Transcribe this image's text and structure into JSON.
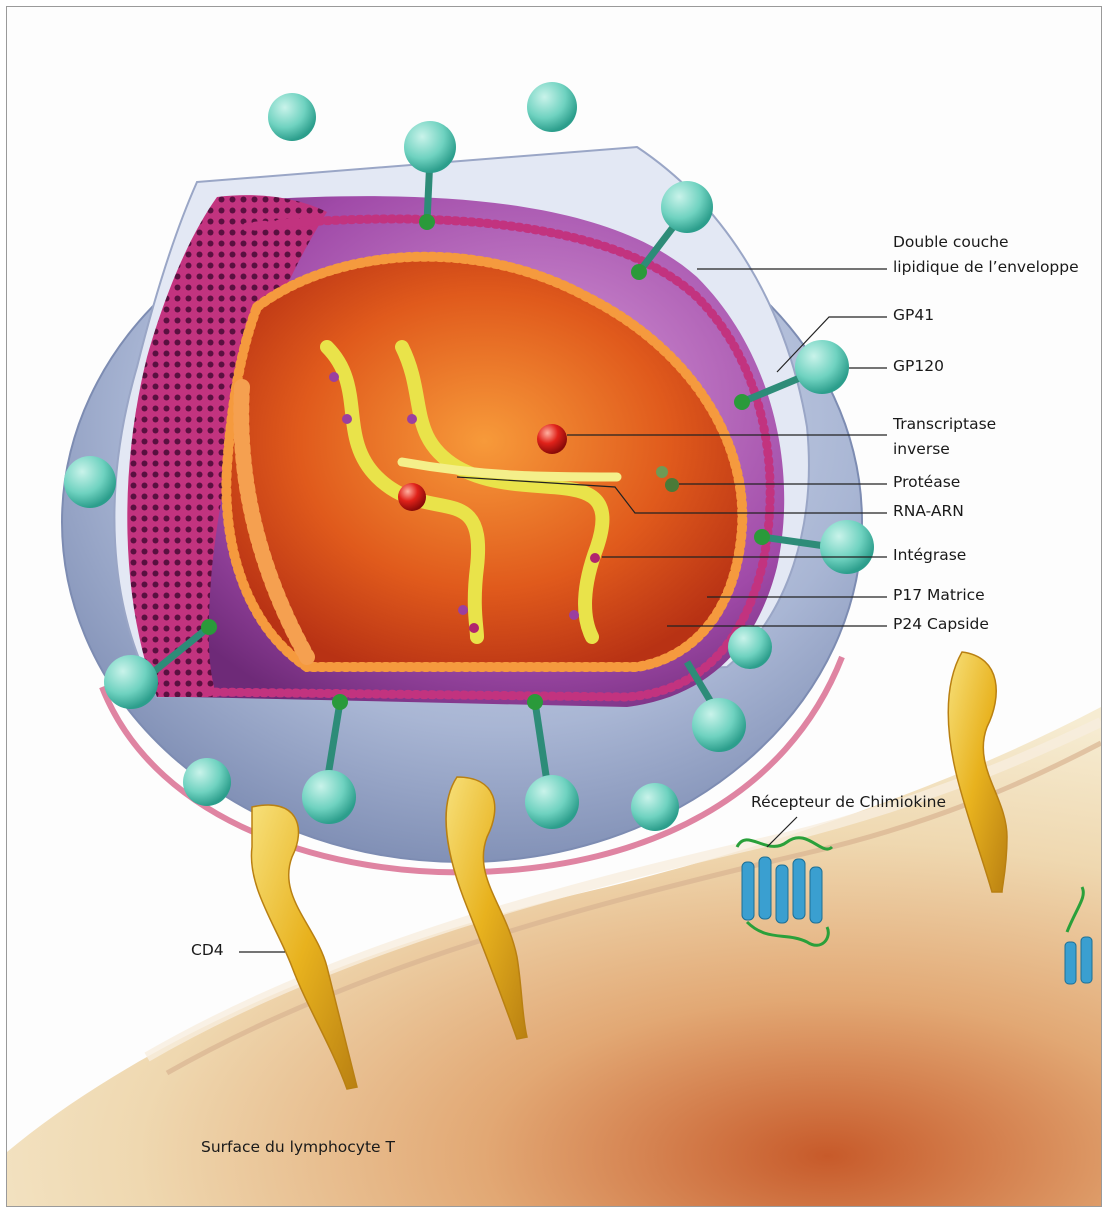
{
  "labels": {
    "envelope_line1": "Double couche",
    "envelope_line2": "lipidique de l’enveloppe",
    "gp41": "GP41",
    "gp120": "GP120",
    "rt_line1": "Transcriptase",
    "rt_line2": "inverse",
    "protease": "Protéase",
    "rna": "RNA-ARN",
    "integrase": "Intégrase",
    "p17": "P17 Matrice",
    "p24": "P24 Capside",
    "chemokine": "Récepteur de Chimiokine",
    "cd4": "CD4",
    "surface": "Surface du lymphocyte T"
  },
  "colors": {
    "envelope": "#a9b6d4",
    "matrix_pink": "#c2337f",
    "capsid_orange": "#f07a1e",
    "core_red": "#d8361a",
    "rna_yellow": "#e9e34a",
    "glycoprotein_teal": "#4fc3b0",
    "cd4_gold": "#e8b21e",
    "chemokine_blue": "#3a9fd0",
    "cell_surface": "#e9c9a6"
  }
}
